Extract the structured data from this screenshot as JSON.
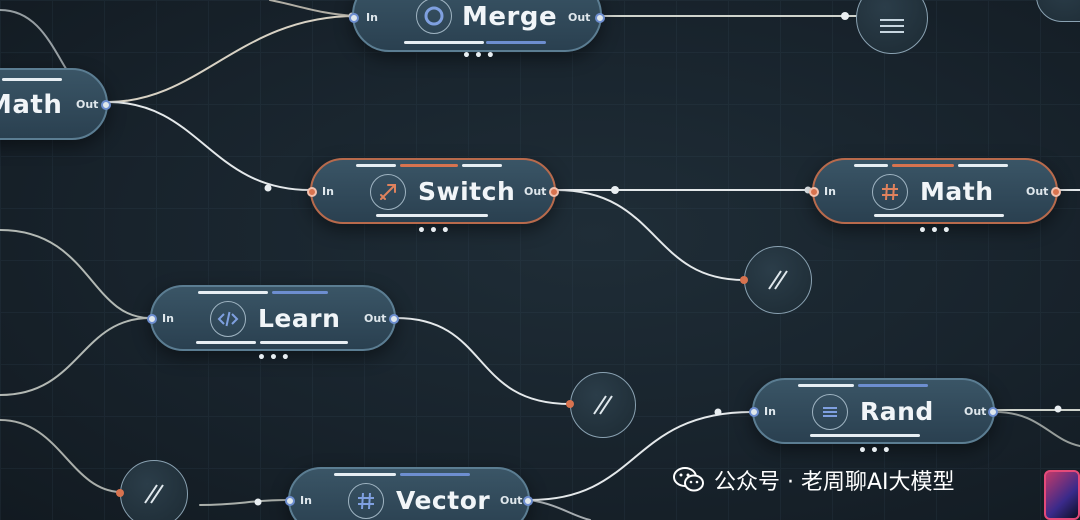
{
  "nodes": {
    "merge": {
      "title": "Merge",
      "in": "In",
      "out": "Out",
      "icon": "circle-icon"
    },
    "math_left": {
      "title": "Math",
      "out": "Out"
    },
    "switch": {
      "title": "Switch",
      "in": "In",
      "out": "Out",
      "icon": "switch-arrow-icon"
    },
    "math_right": {
      "title": "Math",
      "in": "In",
      "out": "Out",
      "icon": "hash-icon"
    },
    "learn": {
      "title": "Learn",
      "in": "In",
      "out": "Out",
      "icon": "code-icon"
    },
    "rand": {
      "title": "Rand",
      "in": "In",
      "out": "Out",
      "icon": "lines-icon"
    },
    "vector": {
      "title": "Vector",
      "in": "In",
      "out": "Out",
      "icon": "hash-icon"
    }
  },
  "node_more_label": "•••",
  "watermark": {
    "text": "公众号 · 老周聊AI大模型",
    "icon": "wechat-icon"
  },
  "colors": {
    "orange_accent": "#d8734f",
    "blue_accent": "#6d8ed0",
    "wire": "#e4e8ea",
    "background": "#18232c"
  }
}
